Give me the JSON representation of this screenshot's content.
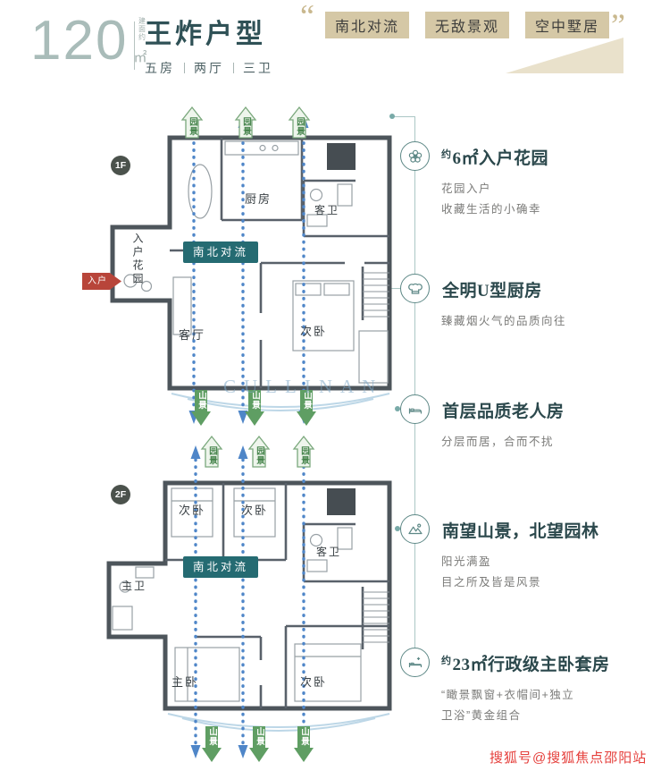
{
  "header": {
    "area_value": "120",
    "area_note": "建面约",
    "area_unit": "㎡",
    "title": "王炸户型",
    "subtitle": [
      "五房",
      "两厅",
      "三卫"
    ],
    "quote_open": "“",
    "quote_close": "”",
    "tags": [
      "南北对流",
      "无敌景观",
      "空中墅居"
    ]
  },
  "colors": {
    "accent_teal": "#256b72",
    "title_teal": "#2f5156",
    "tag_tan": "#d5c8a6",
    "flow_blue": "#4f86c8",
    "view_green": "#5f9e63",
    "entry_red": "#b8453a",
    "watermark_red": "#e5403c"
  },
  "plan1": {
    "floor": "1F",
    "entry": "入户",
    "flow_badge": "南北对流",
    "arrow_top": "园景",
    "arrow_bottom": "山景",
    "rooms": {
      "entry_garden": "入户花园",
      "kitchen": "厨房",
      "guest_bath": "客卫",
      "living": "客厅",
      "bedroom": "次卧"
    }
  },
  "plan2": {
    "floor": "2F",
    "flow_badge": "南北对流",
    "arrow_top": "园景",
    "arrow_bottom": "山景",
    "rooms": {
      "bedroom_a": "次卧",
      "bedroom_b": "次卧",
      "guest_bath": "客卫",
      "master_bath": "主卫",
      "master_bedroom": "主卧",
      "bedroom_c": "次卧"
    }
  },
  "features": [
    {
      "prefix": "约",
      "title": "6㎡入户花园",
      "desc": "花园入户\n收藏生活的小确幸"
    },
    {
      "prefix": "",
      "title": "全明U型厨房",
      "desc": "臻藏烟火气的品质向往"
    },
    {
      "prefix": "",
      "title": "首层品质老人房",
      "desc": "分层而居，合而不扰"
    },
    {
      "prefix": "",
      "title": "南望山景，北望园林",
      "desc": "阳光满盈\n目之所及皆是风景"
    },
    {
      "prefix": "约",
      "title": "23㎡行政级主卧套房",
      "desc": "“瞰景飘窗+衣帽间+独立\n卫浴”黄金组合"
    }
  ],
  "watermark": {
    "center": "CULLINAN",
    "bottom": "搜狐号@搜狐焦点邵阳站"
  }
}
